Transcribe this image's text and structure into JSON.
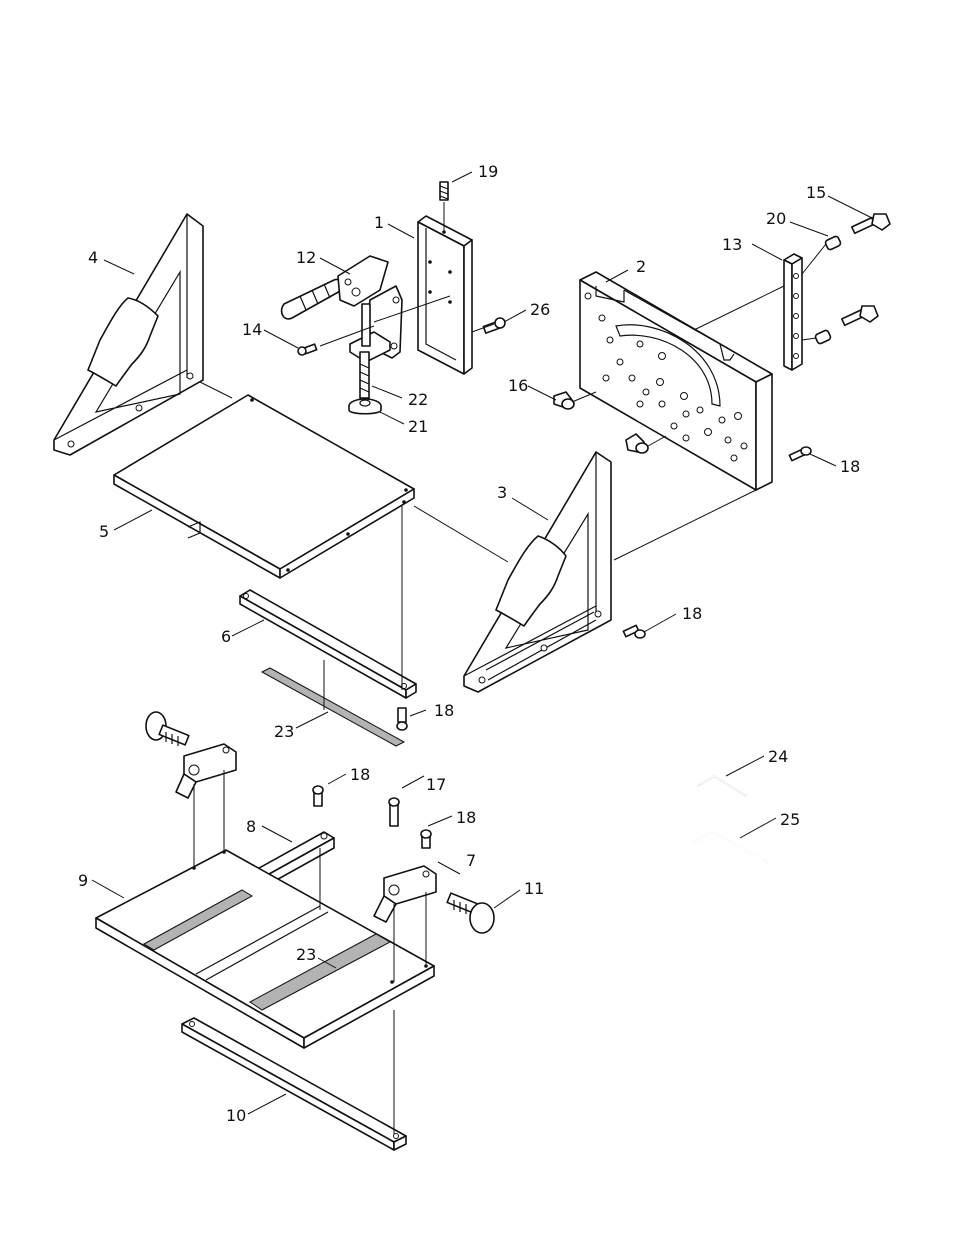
{
  "figure": {
    "background": "#ffffff",
    "ink": "#111111",
    "strip_color": "#b3b3b3"
  },
  "callouts": [
    {
      "id": "1",
      "text": "1"
    },
    {
      "id": "2",
      "text": "2"
    },
    {
      "id": "3",
      "text": "3"
    },
    {
      "id": "4",
      "text": "4"
    },
    {
      "id": "5",
      "text": "5"
    },
    {
      "id": "6",
      "text": "6"
    },
    {
      "id": "7",
      "text": "7"
    },
    {
      "id": "8",
      "text": "8"
    },
    {
      "id": "9",
      "text": "9"
    },
    {
      "id": "10",
      "text": "10"
    },
    {
      "id": "11",
      "text": "11"
    },
    {
      "id": "12",
      "text": "12"
    },
    {
      "id": "13",
      "text": "13"
    },
    {
      "id": "14",
      "text": "14"
    },
    {
      "id": "15",
      "text": "15"
    },
    {
      "id": "16",
      "text": "16"
    },
    {
      "id": "17",
      "text": "17"
    },
    {
      "id": "18a",
      "text": "18"
    },
    {
      "id": "18b",
      "text": "18"
    },
    {
      "id": "18c",
      "text": "18"
    },
    {
      "id": "18d",
      "text": "18"
    },
    {
      "id": "18e",
      "text": "18"
    },
    {
      "id": "19",
      "text": "19"
    },
    {
      "id": "20",
      "text": "20"
    },
    {
      "id": "21",
      "text": "21"
    },
    {
      "id": "22",
      "text": "22"
    },
    {
      "id": "23a",
      "text": "23"
    },
    {
      "id": "23b",
      "text": "23"
    },
    {
      "id": "24",
      "text": "24"
    },
    {
      "id": "25",
      "text": "25"
    },
    {
      "id": "26",
      "text": "26"
    }
  ]
}
